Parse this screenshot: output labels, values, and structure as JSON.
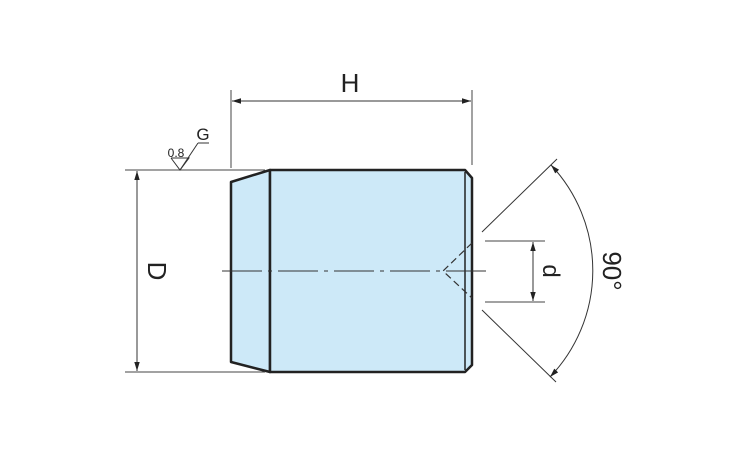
{
  "drawing": {
    "dimension_height": "H",
    "dimension_diameter": "D",
    "dimension_bore": "d",
    "cone_angle": "90°",
    "surface_roughness_value": "0.8",
    "surface_grade": "G"
  },
  "colors": {
    "part_fill": "#cde9f8",
    "outline": "#222222",
    "dimension_line": "#333333"
  }
}
